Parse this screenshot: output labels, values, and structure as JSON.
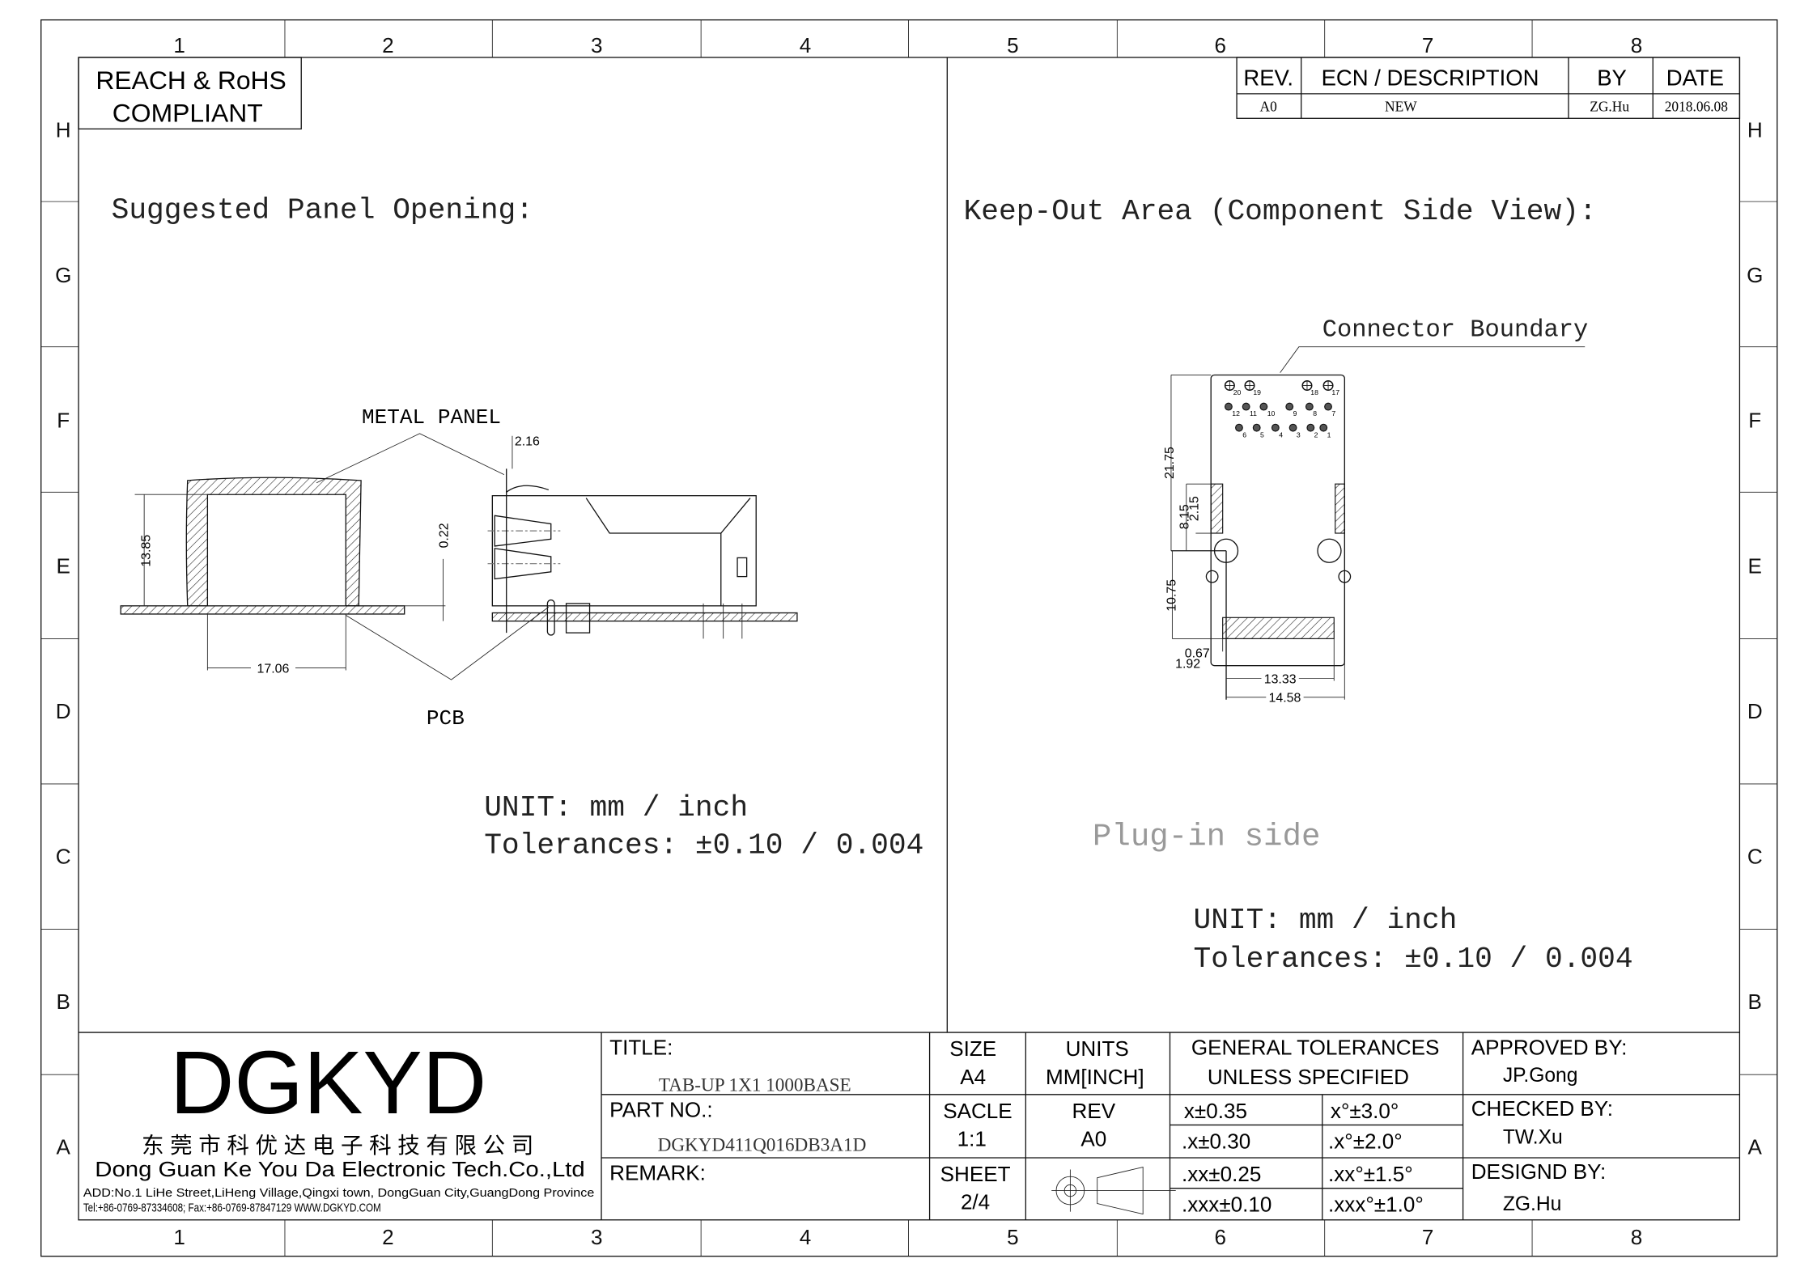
{
  "zones": {
    "columns": [
      "1",
      "2",
      "3",
      "4",
      "5",
      "6",
      "7",
      "8"
    ],
    "rows": [
      "H",
      "G",
      "F",
      "E",
      "D",
      "C",
      "B",
      "A"
    ]
  },
  "compliance": {
    "line1": "REACH & RoHS",
    "line2": "COMPLIANT"
  },
  "revision_table": {
    "headers": [
      "REV.",
      "ECN / DESCRIPTION",
      "BY",
      "DATE"
    ],
    "rows": [
      [
        "A0",
        "NEW",
        "ZG.Hu",
        "2018.06.08"
      ]
    ]
  },
  "left_view": {
    "title": "Suggested Panel Opening:",
    "metal_panel_label": "METAL PANEL",
    "pcb_label": "PCB",
    "dims": {
      "height": "13.85",
      "width": "17.06",
      "gap": "0.22",
      "panel_thickness": "2.16"
    },
    "unit": "UNIT: mm / inch",
    "tolerances": "Tolerances: ±0.10 / 0.004"
  },
  "right_view": {
    "title": "Keep-Out Area (Component Side View):",
    "boundary_label": "Connector Boundary",
    "plug_in_label": "Plug-in side",
    "pins": [
      "20",
      "19",
      "18",
      "17",
      "12",
      "11",
      "10",
      "9",
      "8",
      "7",
      "6",
      "5",
      "4",
      "3",
      "2",
      "1"
    ],
    "dims": {
      "d1": "21.75",
      "d2": "8.15",
      "d3": "2.15",
      "d4": "10.75",
      "d5": "0.67",
      "d6": "1.92",
      "d7": "13.33",
      "d8": "14.58"
    },
    "unit": "UNIT: mm / inch",
    "tolerances": "Tolerances: ±0.10 / 0.004"
  },
  "title_block": {
    "logo": "DGKYD",
    "company_cn": "东 莞 市 科 优 达 电 子 科 技 有 限 公 司",
    "company_en": "Dong Guan Ke You Da Electronic Tech.Co.,Ltd",
    "address": "ADD:No.1 LiHe Street,LiHeng Village,Qingxi town, DongGuan City,GuangDong Province",
    "contact": "Tel:+86-0769-87334608; Fax:+86-0769-87847129  WWW.DGKYD.COM",
    "title_label": "TITLE:",
    "title_value": "TAB-UP 1X1 1000BASE",
    "part_label": "PART NO.:",
    "part_value": "DGKYD411Q016DB3A1D",
    "remark_label": "REMARK:",
    "size_label": "SIZE",
    "size_value": "A4",
    "units_label": "UNITS",
    "units_value": "MM[INCH]",
    "scale_label": "SACLE",
    "scale_value": "1:1",
    "rev_label": "REV",
    "rev_value": "A0",
    "sheet_label": "SHEET",
    "sheet_value": "2/4",
    "tolerance_header1": "GENERAL TOLERANCES",
    "tolerance_header2": "UNLESS SPECIFIED",
    "tolerances": [
      [
        "x±0.35",
        "x°±3.0°"
      ],
      [
        ".x±0.30",
        ".x°±2.0°"
      ],
      [
        ".xx±0.25",
        ".xx°±1.5°"
      ],
      [
        ".xxx±0.10",
        ".xxx°±1.0°"
      ]
    ],
    "approved_label": "APPROVED BY:",
    "approved_value": "JP.Gong",
    "checked_label": "CHECKED BY:",
    "checked_value": "TW.Xu",
    "designed_label": "DESIGND BY:",
    "designed_value": "ZG.Hu"
  }
}
